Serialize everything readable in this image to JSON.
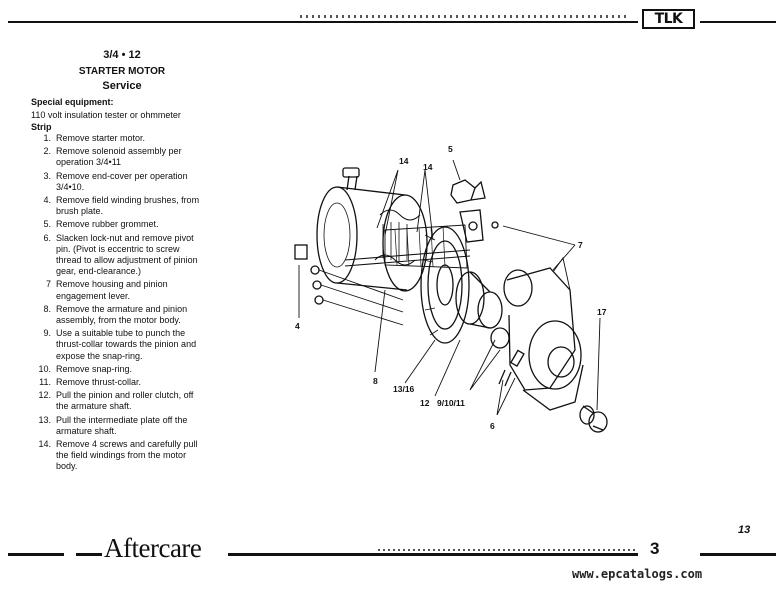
{
  "header": {
    "logo": "TLK"
  },
  "section": {
    "number": "3/4 • 12",
    "title": "STARTER MOTOR",
    "subtitle": "Service"
  },
  "special_equipment": {
    "label": "Special equipment:",
    "text": "110 volt insulation tester or ohmmeter"
  },
  "strip": {
    "label": "Strip",
    "steps": [
      {
        "n": "1.",
        "lines": [
          "Remove starter motor."
        ]
      },
      {
        "n": "2.",
        "lines": [
          "Remove solenoid assembly per",
          "operation 3/4•11"
        ]
      },
      {
        "n": "3.",
        "lines": [
          "Remove end-cover per operation",
          "3/4•10."
        ]
      },
      {
        "n": "4.",
        "lines": [
          "Remove field winding brushes, from",
          "brush plate."
        ]
      },
      {
        "n": "5.",
        "lines": [
          "Remove rubber grommet."
        ]
      },
      {
        "n": "6.",
        "lines": [
          "Slacken lock-nut and remove pivot",
          "pin. (Pivot is eccentric to screw",
          "thread to allow adjustment of pinion",
          "gear, end-clearance.)"
        ]
      },
      {
        "n": "7",
        "lines": [
          "Remove housing and pinion",
          "engagement lever."
        ]
      },
      {
        "n": "8.",
        "lines": [
          "Remove the armature and pinion",
          "assembly, from the motor body."
        ]
      },
      {
        "n": "9.",
        "lines": [
          "Use a suitable tube to punch the",
          "thrust-collar towards the pinion and",
          "expose the snap-ring."
        ]
      },
      {
        "n": "10.",
        "lines": [
          "Remove snap-ring."
        ]
      },
      {
        "n": "11.",
        "lines": [
          "Remove thrust-collar."
        ]
      },
      {
        "n": "12.",
        "lines": [
          "Pull the pinion and roller clutch, off",
          "the armature shaft."
        ]
      },
      {
        "n": "13.",
        "lines": [
          "Pull the intermediate plate off the",
          "armature shaft."
        ]
      },
      {
        "n": "14.",
        "lines": [
          "Remove 4 screws and carefully pull",
          "the field windings from the motor",
          "body."
        ]
      }
    ]
  },
  "diagram": {
    "callouts": {
      "c14a": "14",
      "c14b": "14",
      "c5": "5",
      "c7": "7",
      "c17": "17",
      "c4": "4",
      "c8": "8",
      "c1316": "13/16",
      "c12": "12",
      "c91011": "9/10/11",
      "c6": "6"
    }
  },
  "footer": {
    "page_number": "13",
    "brand": "Aftercare",
    "section_number": "3",
    "watermark": "www.epcatalogs.com"
  }
}
